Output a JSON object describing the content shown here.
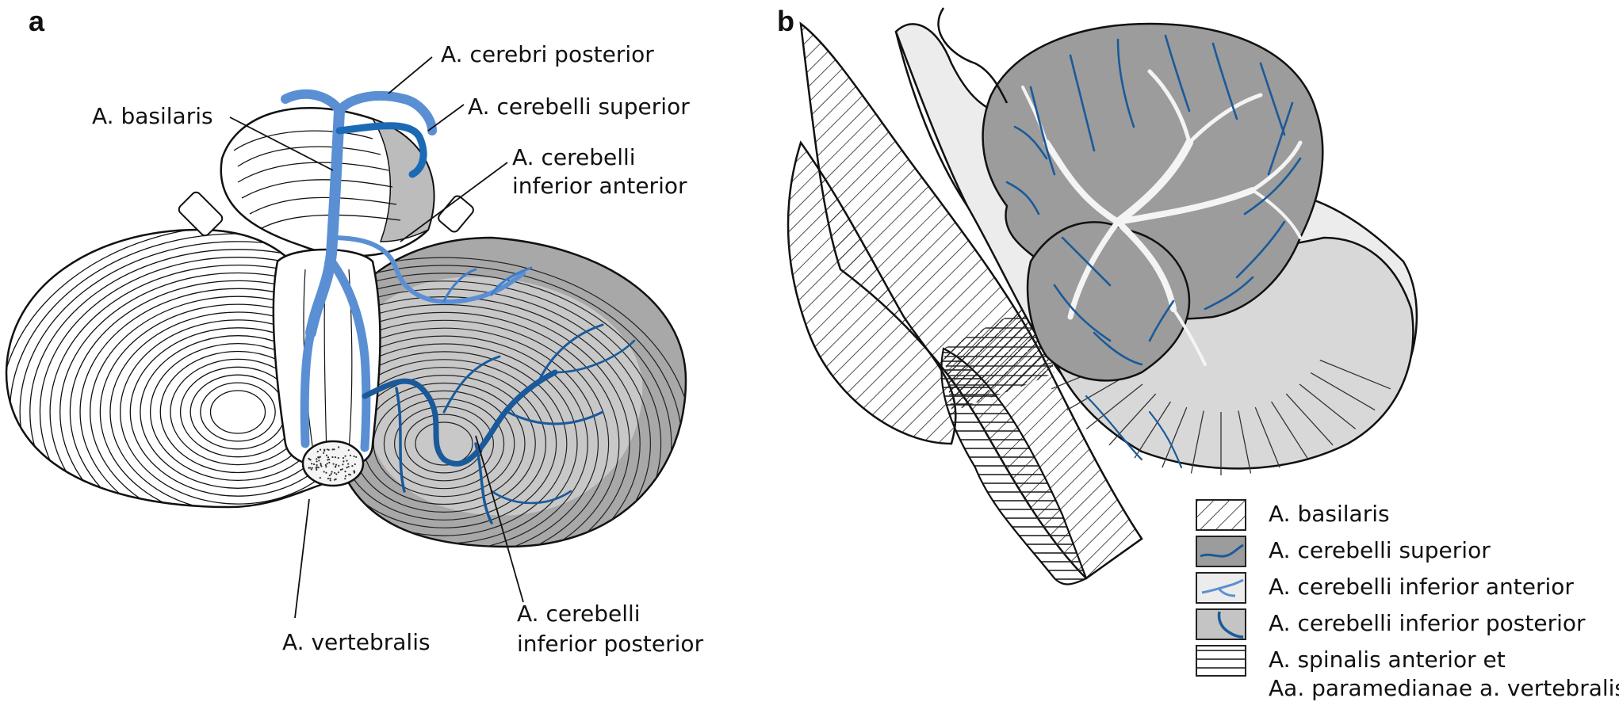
{
  "panels": [
    {
      "letter": "a"
    },
    {
      "letter": "b"
    }
  ],
  "panel_a_labels": {
    "cerebri_posterior": "A. cerebri posterior",
    "cerebelli_superior": "A. cerebelli superior",
    "basilaris": "A. basilaris",
    "cerebelli_inferior_anterior_line1": "A. cerebelli",
    "cerebelli_inferior_anterior_line2": "inferior anterior",
    "vertebralis": "A. vertebralis",
    "cerebelli_inferior_posterior_line1": "A. cerebelli",
    "cerebelli_inferior_posterior_line2": "inferior posterior"
  },
  "legend": [
    {
      "label": "A. basilaris",
      "pattern": "diagonal-hatch"
    },
    {
      "label": "A. cerebelli superior",
      "pattern": "dark-gray-with-vessel"
    },
    {
      "label": "A. cerebelli inferior anterior",
      "pattern": "white-with-vessel"
    },
    {
      "label": "A. cerebelli inferior posterior",
      "pattern": "light-gray-with-vessel"
    },
    {
      "label_line1": "A. spinalis anterior et",
      "label_line2": "Aa. paramedianae a. vertebralis",
      "pattern": "horizontal-hatch"
    }
  ],
  "colors": {
    "vessel_blue": "#5b8fd4",
    "vessel_dark_blue": "#1a5a9a",
    "superior_gray": "#9a9a9a",
    "posterior_gray": "#c4c4c4",
    "anterior_light": "#e6e6e6"
  }
}
